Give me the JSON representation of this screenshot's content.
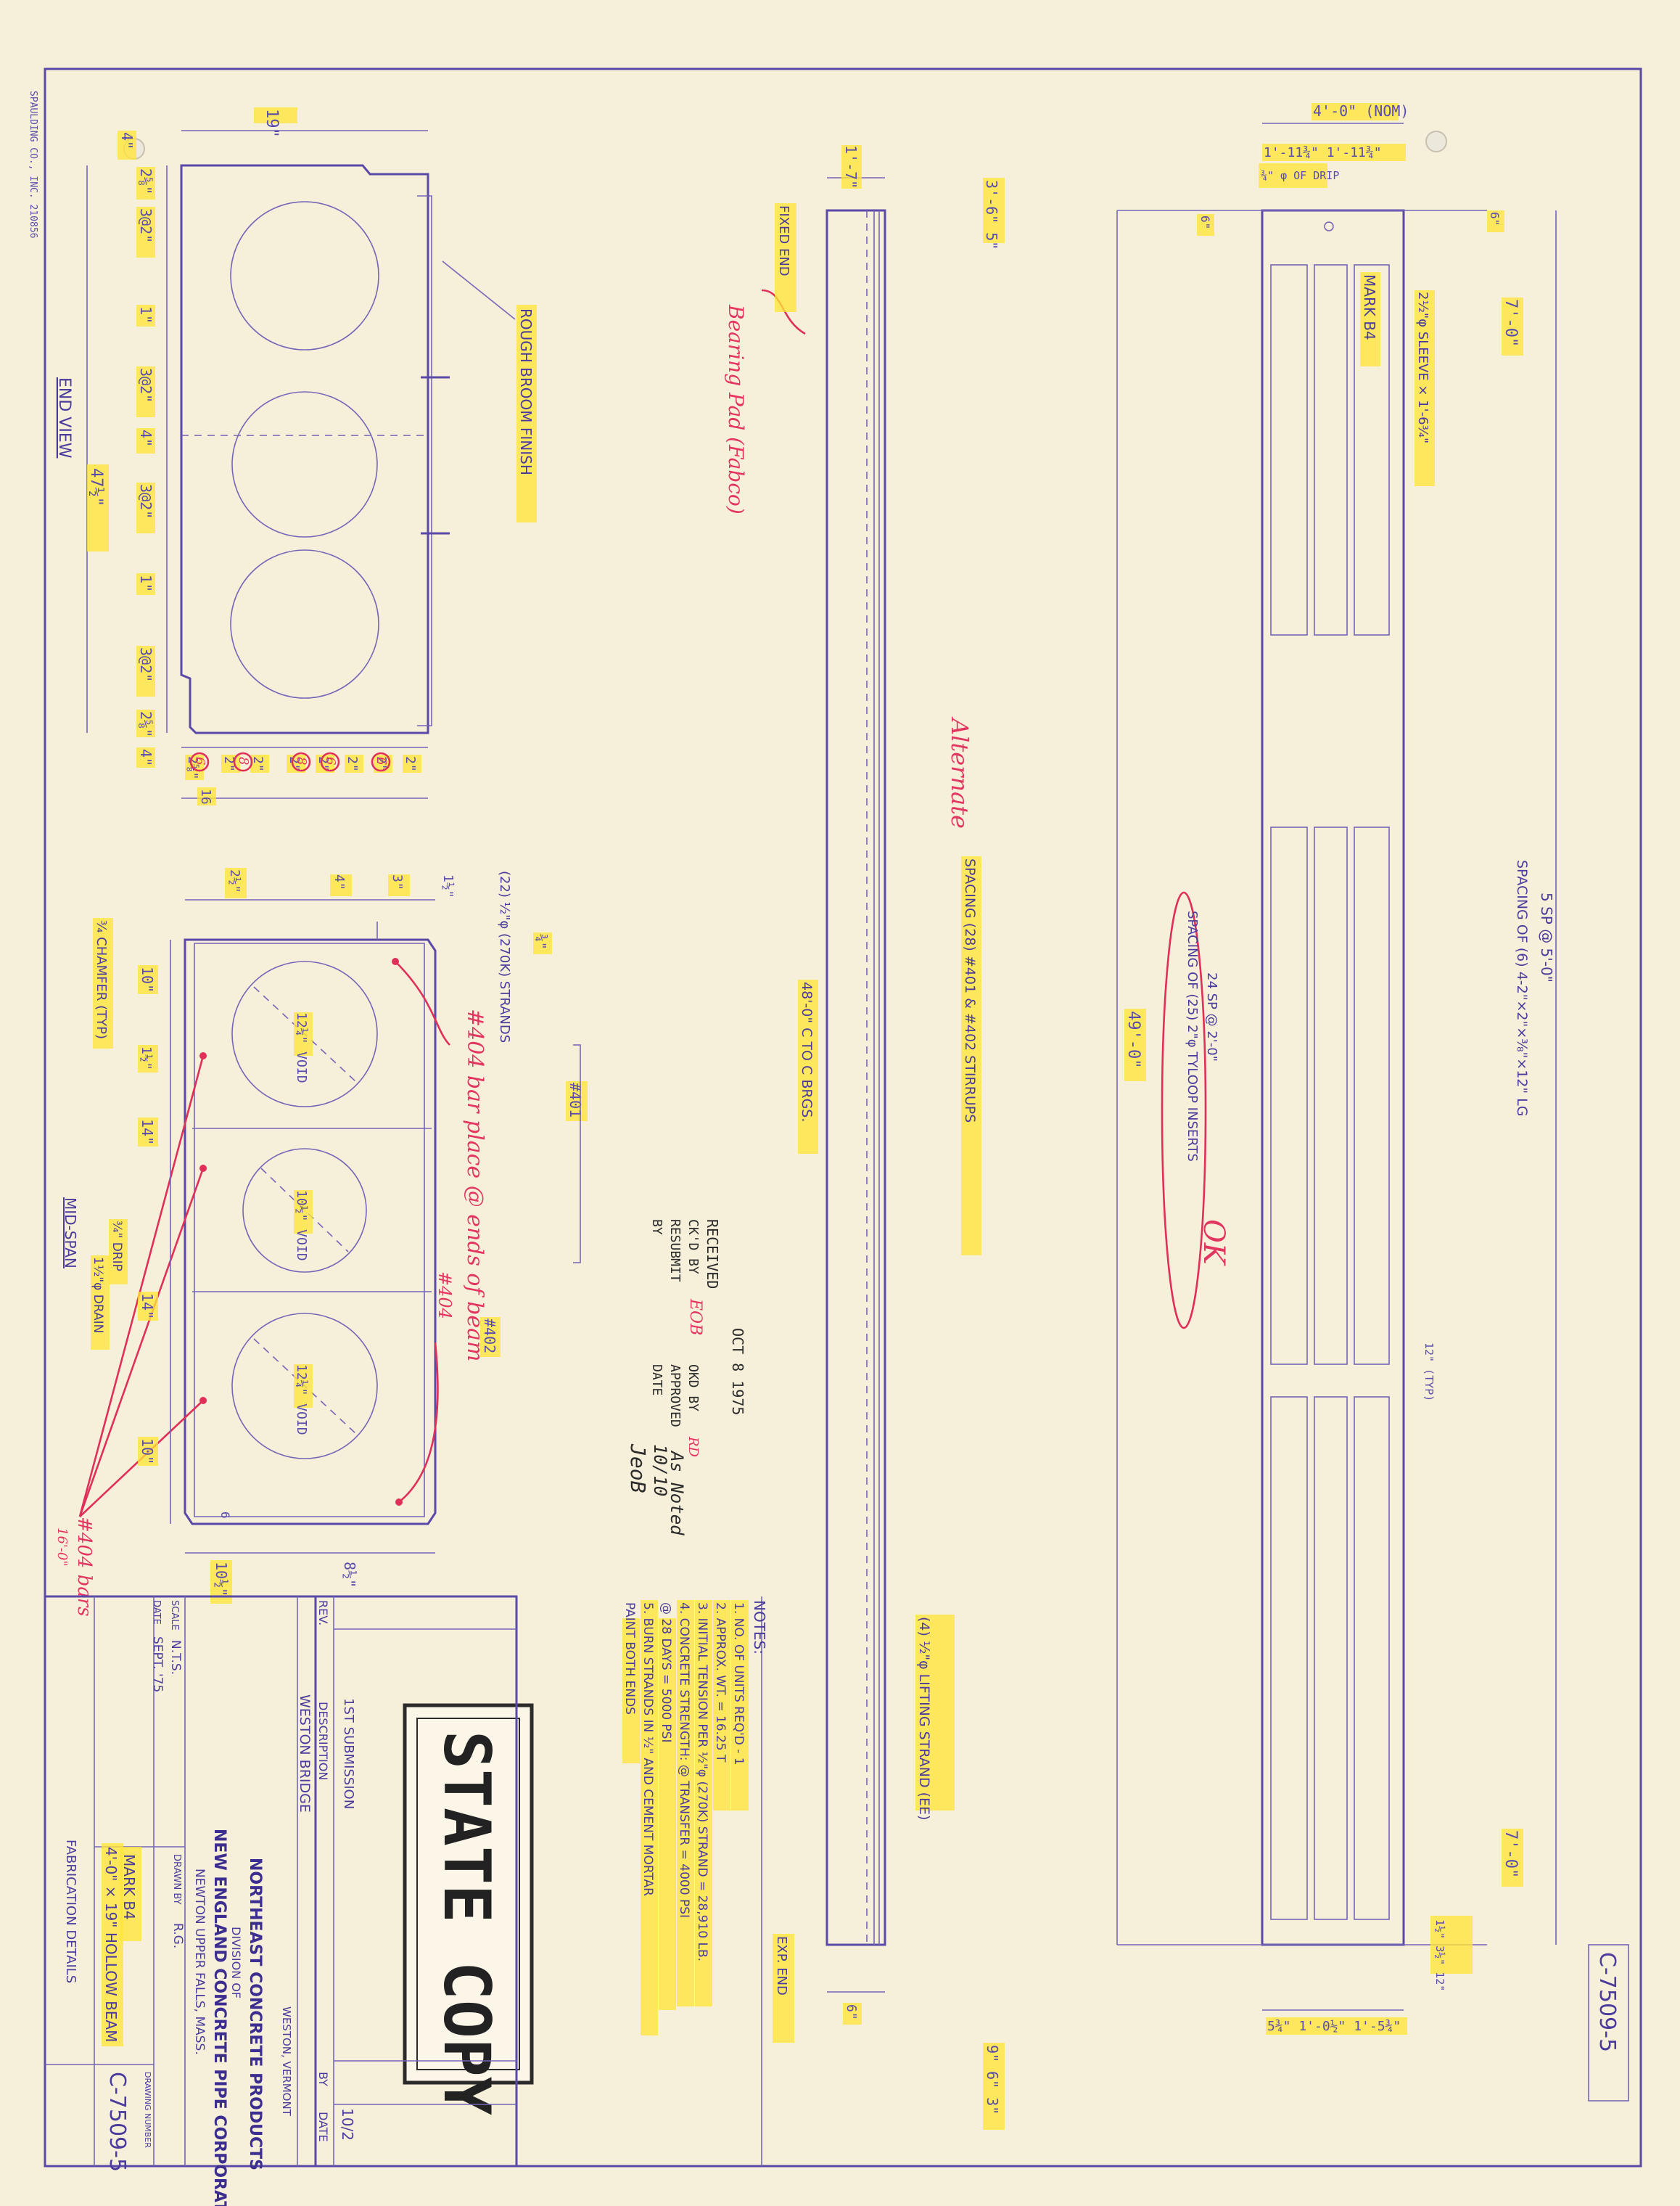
{
  "corner_label": "SPAULDING CO., INC. 210856",
  "drawing_number_top": "C-7509-5",
  "end_view": {
    "title": "END VIEW",
    "overall_height": "47½\"",
    "width_dim": "19\"",
    "rough_broom": "ROUGH BROOM FINISH",
    "dims_left": [
      "4\"",
      "2⅝\"",
      "3@2\"",
      "1\"",
      "3@2\"",
      "4\"",
      "3@2\"",
      "1\"",
      "3@2\"",
      "2⅝\"",
      "4\""
    ],
    "bottom_row": [
      "2⅝\"",
      "2\"",
      "2\"",
      "2\"",
      "2\"",
      "2\"",
      "2\"",
      "2\""
    ],
    "strand_marks": [
      "6",
      "8",
      "8",
      "6",
      "6"
    ],
    "bottom_note": "16"
  },
  "mid_span": {
    "title": "MID-SPAN",
    "chamfer": "¾ CHAMFER (TYP)",
    "strands": "(22) ½\"φ (270K) STRANDS",
    "drain": "1½\"φ DRAIN",
    "drip": "¾\" DRIP",
    "dims_top": [
      "2½\"",
      "4\"",
      "3\"",
      "1½\"",
      "¾\""
    ],
    "dims_left": [
      "10\"",
      "1½\"",
      "14\"",
      "14\"",
      "10\""
    ],
    "dims_bottom": [
      "10½\"",
      "8½\""
    ],
    "void_a": "12¼\" VOID",
    "void_b": "10½\" VOID",
    "void_c": "12¼\" VOID",
    "bar_401": "#401",
    "bar_402": "#402",
    "bar_404": "#404",
    "small_mark": "6"
  },
  "side_view": {
    "top_dim": "1'-7\"",
    "fixed_end": "FIXED END",
    "exp_end": "EXP. END",
    "top_left": "3'-6\" 5\"",
    "bearing_span": "48'-0\" C TO C BRGS.",
    "stirrups_label": "SPACING (28) #401 & #402 STIRRUPS",
    "lifting": "(4) ½\"φ LIFTING STRAND (EE)",
    "end_dims": "9\" 6\" 3\"",
    "bottom_end": "6\""
  },
  "plan_view": {
    "width_nom": "4'-0\" (NOM)",
    "halves": "1'-11¾\"  1'-11¾\"",
    "drip": "¾\" φ OF DRIP",
    "mark": "MARK B4",
    "sleeve": "2½\"φ SLEEVE × 1'-6¾\"",
    "length": "49'-0\"",
    "spacing_top": "5 SP @ 5'-0\"",
    "spacing_of": "SPACING OF (6) 4-2\"×2\"×⅜\"×12\" LG",
    "loop_inserts": "SPACING OF (25) 2\"φ TYLOOP INSERTS",
    "sp_24": "24 SP @ 2'-0\"",
    "end_left": "7'-0\"",
    "end_right": "7'-0\"",
    "six_a": "6\"",
    "six_b": "6\"",
    "typ12": "12\" (TYP)",
    "bottom_dims": "5¾\" 1'-0½\" 1'-5¾\"",
    "side_dims": "1½\" 3½\" 12\""
  },
  "stamp": {
    "received": "RECEIVED",
    "date_stamp": "OCT 8 1975",
    "ckd": "CK'D BY",
    "ckd_val": "EOB",
    "okd": "OKD BY",
    "okd_val": "RD",
    "resubmit": "RESUBMIT",
    "approved": "APPROVED",
    "approved_val": "As Noted",
    "by": "BY",
    "date": "DATE",
    "date_val": "10/10",
    "sig": "JeoB"
  },
  "notes": {
    "title": "NOTES:",
    "lines": [
      "1. NO. OF UNITS REQ'D - 1",
      "2. APPROX. WT. = 16.25 T",
      "3. INITIAL TENSION PER ½\"φ (270K) STRAND = 28,910 LB.",
      "4. CONCRETE STRENGTH: @ TRANSFER = 4000 PSI",
      "   @ 28 DAYS = 5000 PSI",
      "5. BURN STRANDS IN ½\" AND CEMENT MORTAR",
      "   PAINT BOTH ENDS"
    ]
  },
  "annotations": {
    "bearing_pad": "Bearing Pad (Fabco)",
    "alternate": "Alternate",
    "bar_place": "#404 bar place @ ends of beam",
    "bars_404": "#404 bars",
    "bars_len": "16'-0\"",
    "ok_mark": "OK"
  },
  "stamp_box": "STATE COPY",
  "title_block": {
    "rev_hdr": "REV.",
    "desc_hdr": "DESCRIPTION",
    "by_hdr": "BY",
    "date_hdr": "DATE",
    "rev_desc": "1ST SUBMISSION",
    "rev_date": "10/2",
    "project": "WESTON BRIDGE",
    "location": "WESTON, VERMONT",
    "company1": "NORTHEAST CONCRETE PRODUCTS",
    "company2": "DIVISION OF",
    "company3": "NEW ENGLAND CONCRETE PIPE CORPORATION",
    "company4": "NEWTON UPPER FALLS, MASS.",
    "scale_lbl": "SCALE",
    "scale": "N.T.S.",
    "date_lbl": "DATE",
    "date": "SEPT. '75",
    "drawn_lbl": "DRAWN BY",
    "drawn": "R.G.",
    "mark": "MARK B4",
    "desc": "4'-0\" × 19\" HOLLOW BEAM",
    "fab": "FABRICATION DETAILS",
    "dwg_lbl": "DRAWING NUMBER",
    "dwg": "C-7509-5"
  }
}
